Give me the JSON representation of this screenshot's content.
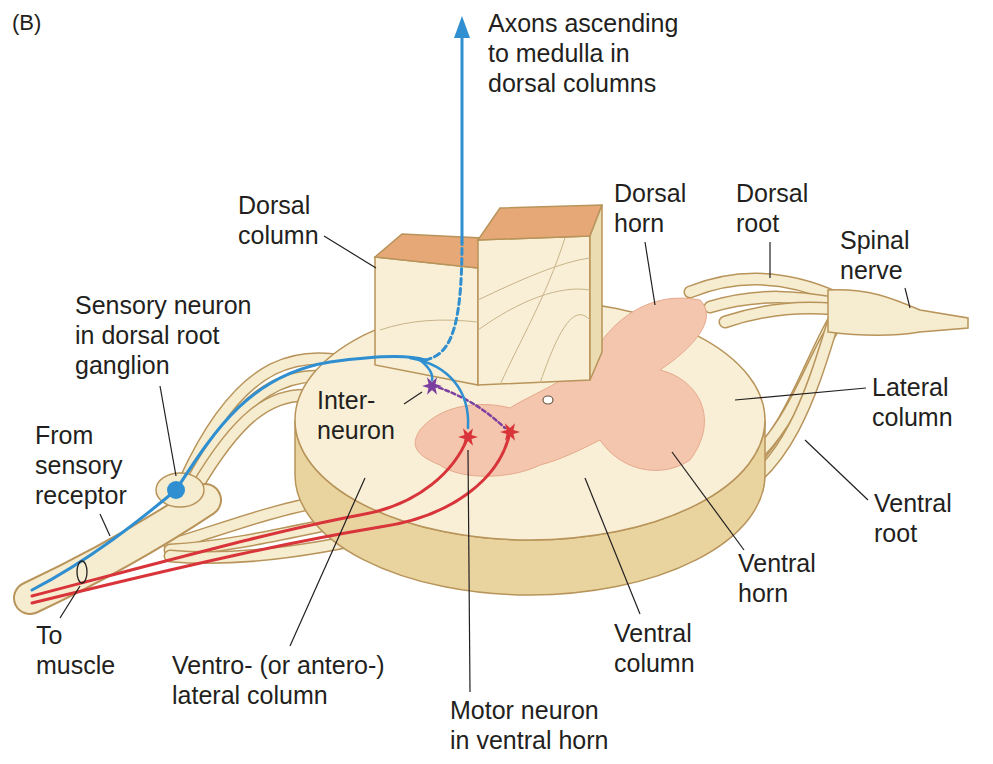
{
  "diagram": {
    "labels": [
      "(B)",
      "Axons ascending to medulla in dorsal columns",
      "Dorsal column",
      "Dorsal horn",
      "Dorsal root",
      "Spinal nerve",
      "Sensory neuron in dorsal root ganglion",
      "Inter- neuron",
      "Lateral column",
      "From sensory receptor",
      "Ventral root",
      "Ventral horn",
      "To muscle",
      "Ventral column",
      "Ventro- (or antero-) lateral column",
      "Motor neuron in ventral horn"
    ]
  }
}
